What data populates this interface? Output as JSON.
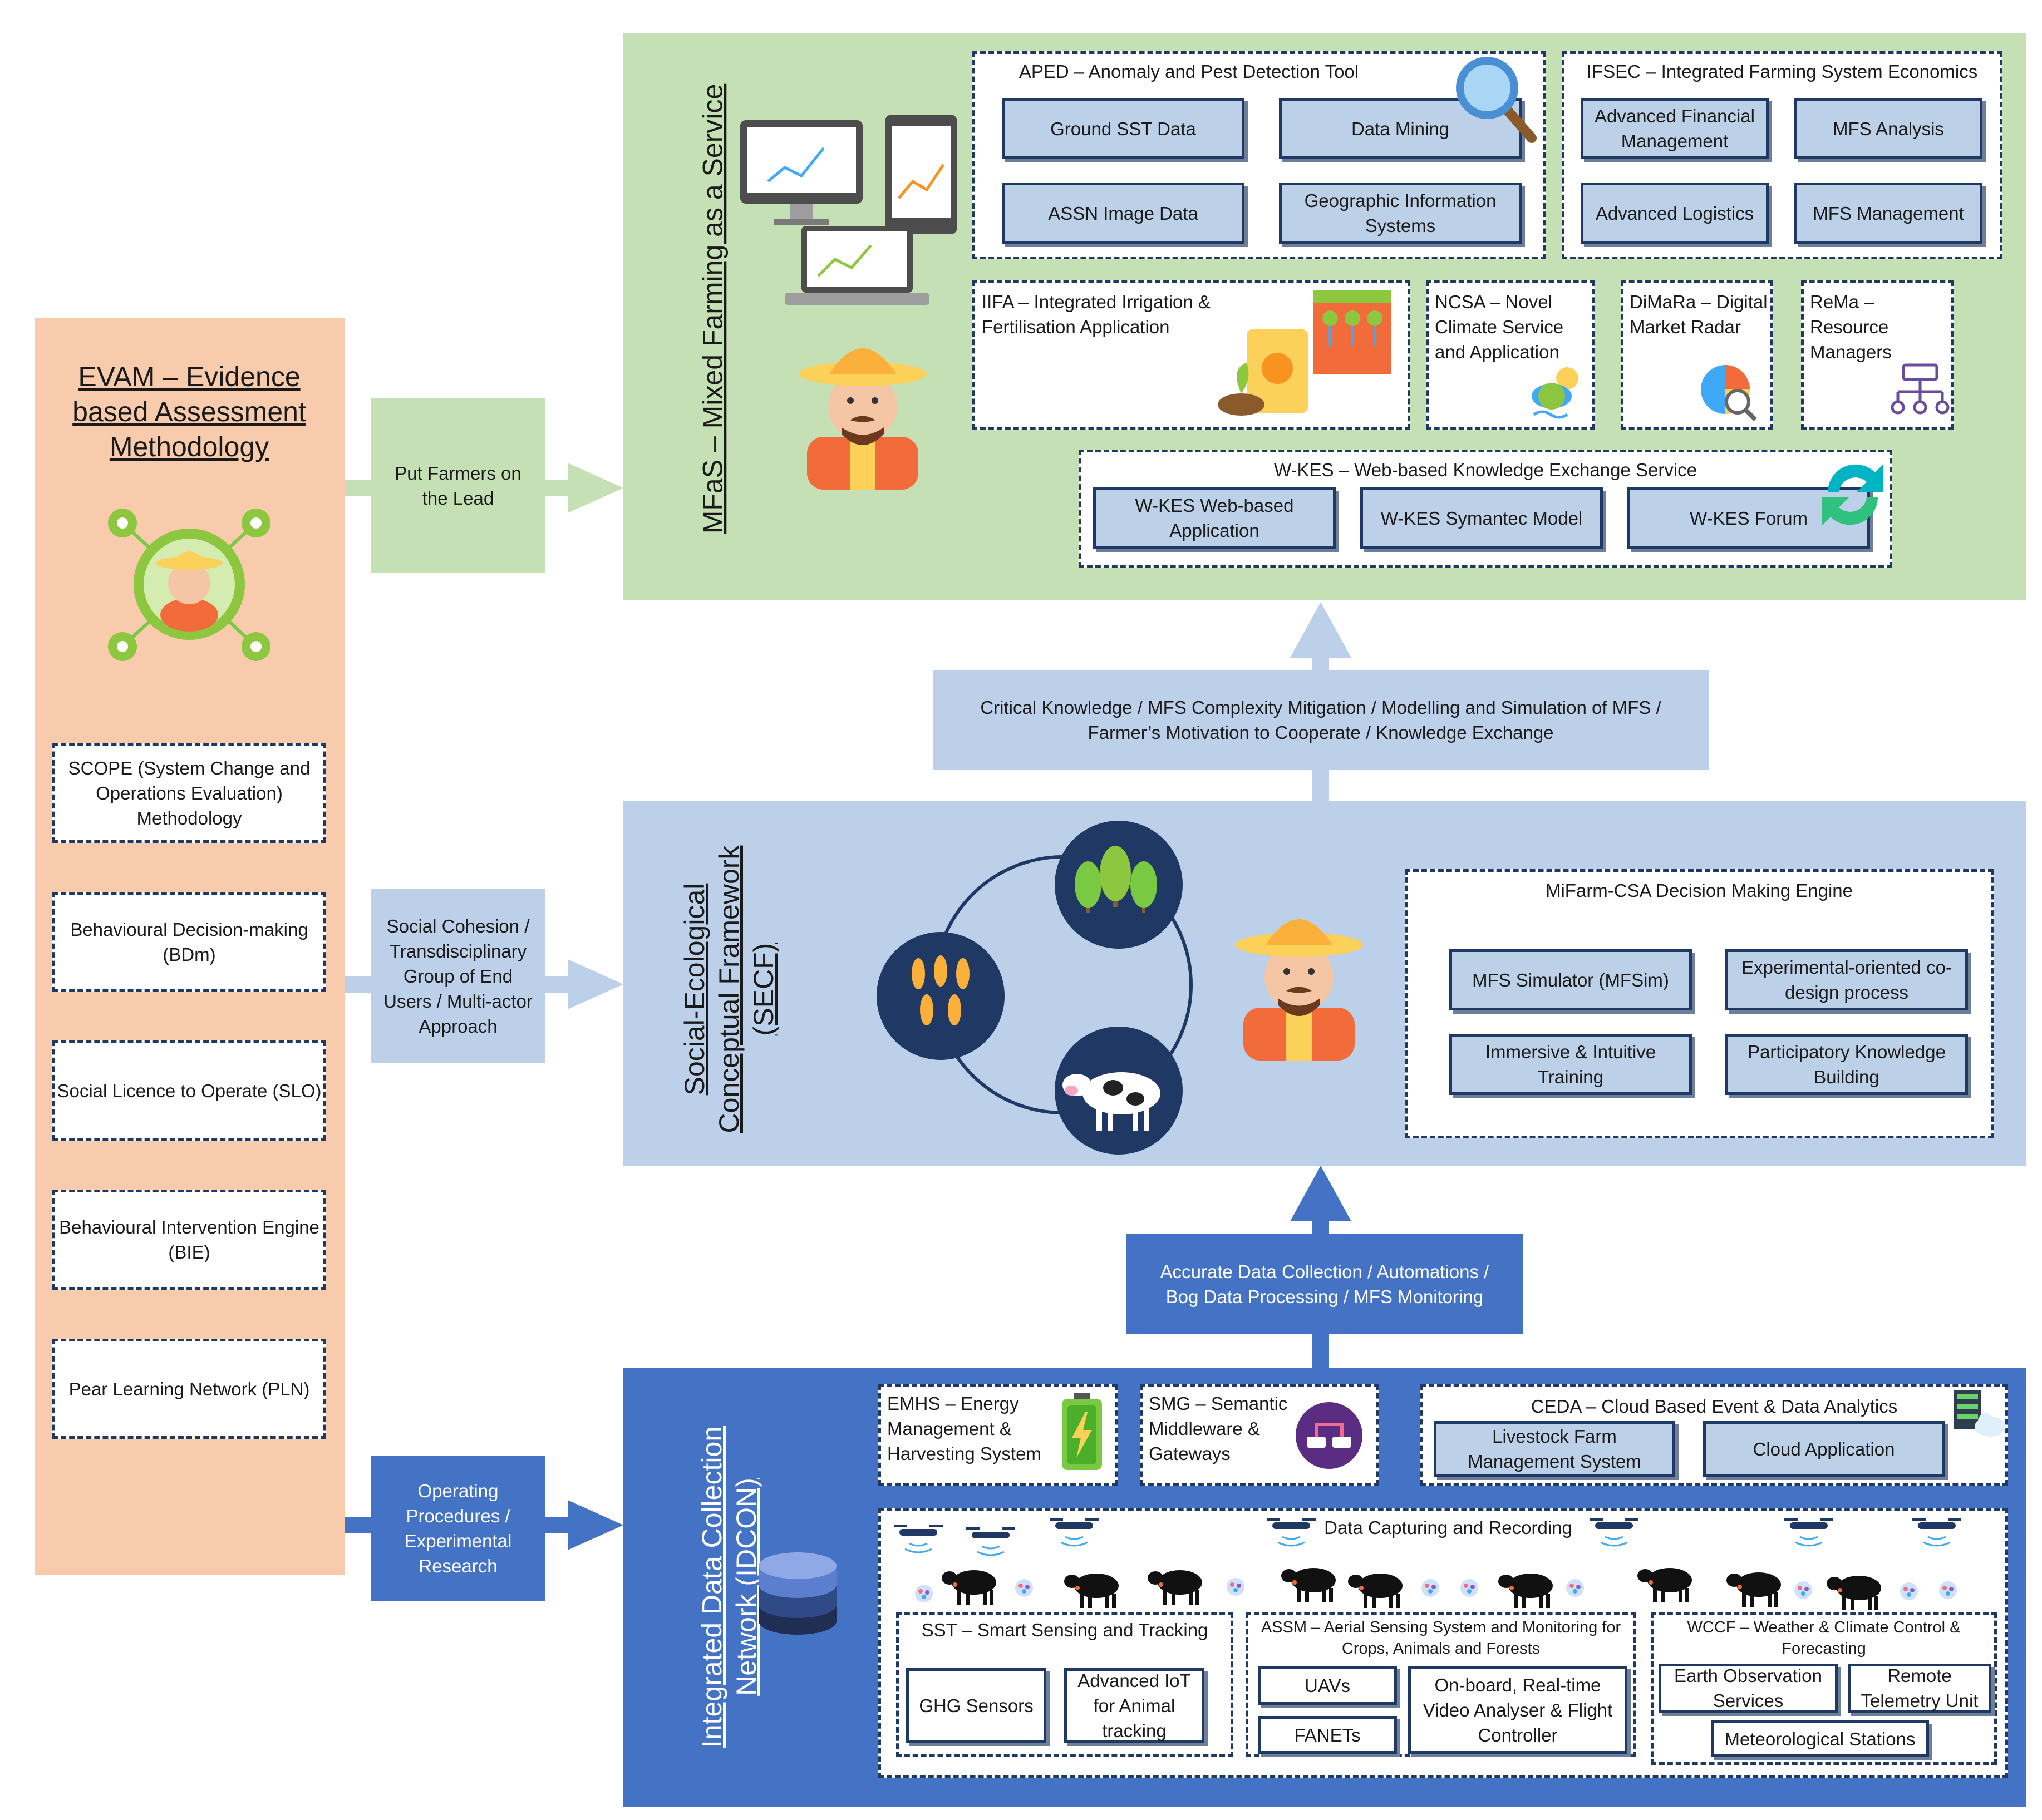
{
  "evam": {
    "title": "EVAM – Evidence based Assessment Methodology",
    "items": [
      "SCOPE (System Change and Operations Evaluation) Methodology",
      "Behavioural Decision-making (BDm)",
      "Social Licence to Operate (SLO)",
      "Behavioural Intervention Engine (BIE)",
      "Pear Learning Network (PLN)"
    ]
  },
  "connectors": {
    "top": "Put Farmers on the Lead",
    "middle": "Social Cohesion / Transdisciplinary Group of End Users / Multi-actor Approach",
    "bottom": "Operating Procedures / Experimental Research",
    "upper_flow": "Critical Knowledge / MFS Complexity Mitigation / Modelling and Simulation of MFS / Farmer’s Motivation to Cooperate / Knowledge Exchange",
    "lower_flow": "Accurate Data Collection / Automations / Bog Data Processing / MFS Monitoring"
  },
  "mfas": {
    "title": "MFaS – Mixed Farming as a Service",
    "aped": {
      "title": "APED – Anomaly and Pest Detection Tool",
      "items": [
        "Ground SST Data",
        "Data Mining",
        "ASSN Image Data",
        "Geographic Information Systems"
      ]
    },
    "ifsec": {
      "title": "IFSEC – Integrated Farming System Economics",
      "items": [
        "Advanced Financial Management",
        "MFS Analysis",
        "Advanced Logistics",
        "MFS Management"
      ]
    },
    "iifa": "IIFA – Integrated Irrigation & Fertilisation Application",
    "ncsa": "NCSA – Novel Climate Service and Application",
    "dimara": "DiMaRa – Digital Market Radar",
    "rema": "ReMa – Resource Managers",
    "wkes": {
      "title": "W-KES – Web-based Knowledge Exchange Service",
      "items": [
        "W-KES Web-based Application",
        "W-KES Symantec Model",
        "W-KES Forum"
      ]
    }
  },
  "secf": {
    "title": "Social-Ecological Conceptual Framework (SECF)",
    "engine": {
      "title": "MiFarm-CSA Decision Making Engine",
      "items": [
        "MFS Simulator (MFSim)",
        "Experimental-oriented co-design process",
        "Immersive & Intuitive Training",
        "Participatory Knowledge Building"
      ]
    }
  },
  "idcon": {
    "title": "Integrated Data Collection Network (IDCON)",
    "emhs": "EMHS – Energy Management & Harvesting System",
    "smg": "SMG – Semantic Middleware & Gateways",
    "ceda": {
      "title": "CEDA – Cloud Based Event & Data Analytics",
      "items": [
        "Livestock Farm Management System",
        "Cloud Application"
      ]
    },
    "capture": "Data Capturing and Recording",
    "sst": {
      "title": "SST – Smart Sensing and Tracking",
      "items": [
        "GHG Sensors",
        "Advanced IoT for Animal tracking"
      ]
    },
    "assm": {
      "title": "ASSM – Aerial Sensing System and Monitoring for Crops, Animals and Forests",
      "items": [
        "UAVs",
        "FANETs",
        "On-board, Real-time Video Analyser & Flight Controller"
      ]
    },
    "wccf": {
      "title": "WCCF – Weather & Climate Control & Forecasting",
      "items": [
        "Earth Observation Services",
        "Remote Telemetry Unit",
        "Meteorological Stations"
      ]
    }
  },
  "colors": {
    "evam_bg": "#f8cbad",
    "mfas_bg": "#c5e0b4",
    "secf_bg": "#bdd0e9",
    "idcon_bg": "#4472c4",
    "box_fill": "#bcd0e8",
    "dash_border": "#1f3864"
  }
}
